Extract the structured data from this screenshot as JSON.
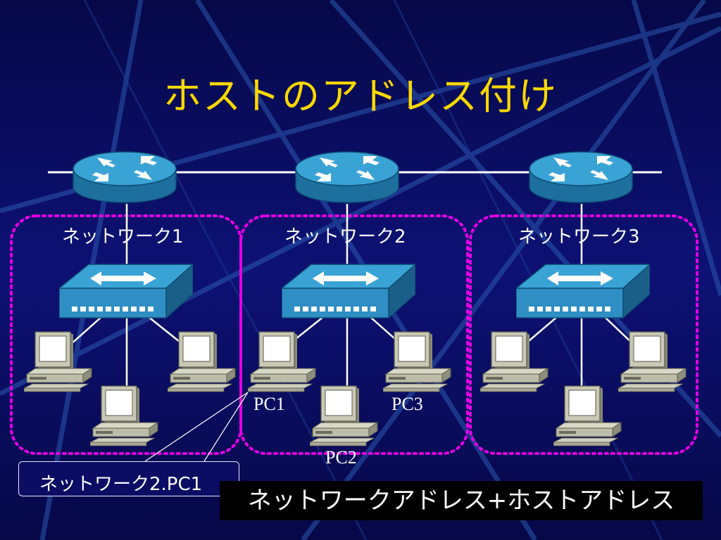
{
  "slide": {
    "title": "ホストのアドレス付け",
    "formula": "ネットワークアドレス+ホストアドレス"
  },
  "networks": [
    {
      "label": "ネットワーク1"
    },
    {
      "label": "ネットワーク2"
    },
    {
      "label": "ネットワーク3"
    }
  ],
  "pcs": {
    "pc1": "PC1",
    "pc2": "PC2",
    "pc3": "PC3"
  },
  "callout": {
    "text": "ネットワーク2.PC1"
  },
  "colors": {
    "background": "#0a0d63",
    "title": "#ffd800",
    "network_border": "#e600e6",
    "device": "#2f8fc4",
    "pc": "#bdbda9"
  },
  "icons": [
    "router-icon",
    "switch-icon",
    "pc-icon"
  ]
}
